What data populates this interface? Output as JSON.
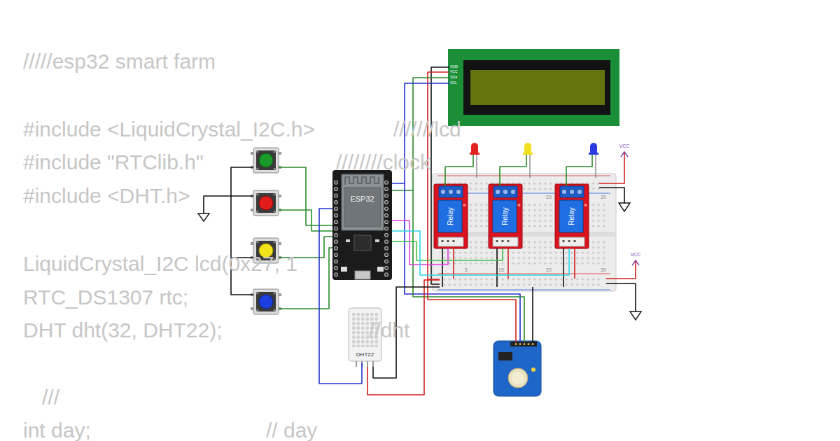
{
  "diagram": {
    "nodes": [
      {
        "text": [
          "ESP32"
        ]
      },
      {
        "text": [
          "Relay"
        ]
      },
      {
        "text": [
          "Relay"
        ]
      },
      {
        "text": [
          "Relay"
        ]
      },
      {
        "text": [
          "DHT22"
        ]
      }
    ],
    "edges": [
      {
        "from": 0,
        "to": 1,
        "arrow": "none"
      },
      {
        "from": 0,
        "to": 2,
        "arrow": "none"
      },
      {
        "from": 0,
        "to": 3,
        "arrow": "none"
      },
      {
        "from": 0,
        "to": 4,
        "arrow": "none"
      }
    ],
    "labels": [
      "/////esp32 smart farm",
      "#include <LiquidCrystal_I2C.h>",
      "///////lcd",
      "#include \"RTClib.h\"",
      "////////clock",
      "#include <DHT.h>",
      "LiquidCrystal_I2C lcd(0x27, 1",
      "RTC_DS1307 rtc;",
      "DHT dht(32, DHT22);",
      "//dht",
      "///",
      "int day;",
      "// day",
      "GND",
      "VCC",
      "SDA",
      "SCL",
      "VCC",
      "VCC",
      "20",
      "30",
      "5",
      "15",
      "20",
      "30"
    ]
  }
}
